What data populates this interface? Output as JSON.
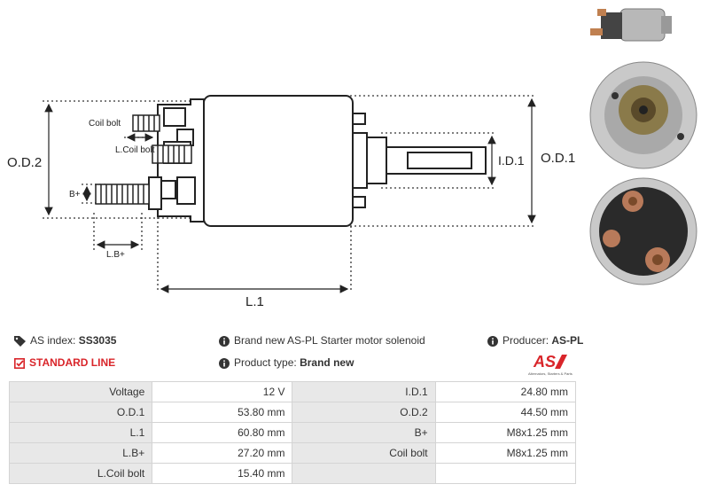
{
  "diagram": {
    "labels": {
      "od2": "O.D.2",
      "od1": "O.D.1",
      "id1": "I.D.1",
      "l1": "L.1",
      "lb": "L.B+",
      "coil_bolt": "Coil bolt",
      "lcoil_bolt": "L.Coil bolt",
      "b_plus": "B+"
    }
  },
  "info": {
    "as_index_label": "AS index:",
    "as_index_value": "SS3035",
    "line": "STANDARD LINE",
    "description": "Brand new AS-PL Starter motor solenoid",
    "product_type_label": "Product type:",
    "product_type_value": "Brand new",
    "producer_label": "Producer:",
    "producer_value": "AS-PL"
  },
  "logo": {
    "text": "AS",
    "tagline": "Alternators, Starters & Parts"
  },
  "specs": [
    {
      "k1": "Voltage",
      "v1": "12 V",
      "k2": "I.D.1",
      "v2": "24.80 mm"
    },
    {
      "k1": "O.D.1",
      "v1": "53.80 mm",
      "k2": "O.D.2",
      "v2": "44.50 mm"
    },
    {
      "k1": "L.1",
      "v1": "60.80 mm",
      "k2": "B+",
      "v2": "M8x1.25 mm"
    },
    {
      "k1": "L.B+",
      "v1": "27.20 mm",
      "k2": "Coil bolt",
      "v2": "M8x1.25 mm"
    },
    {
      "k1": "L.Coil bolt",
      "v1": "15.40 mm",
      "k2": "",
      "v2": ""
    }
  ],
  "colors": {
    "accent_red": "#d9252a",
    "cell_gray": "#e8e8e8"
  }
}
